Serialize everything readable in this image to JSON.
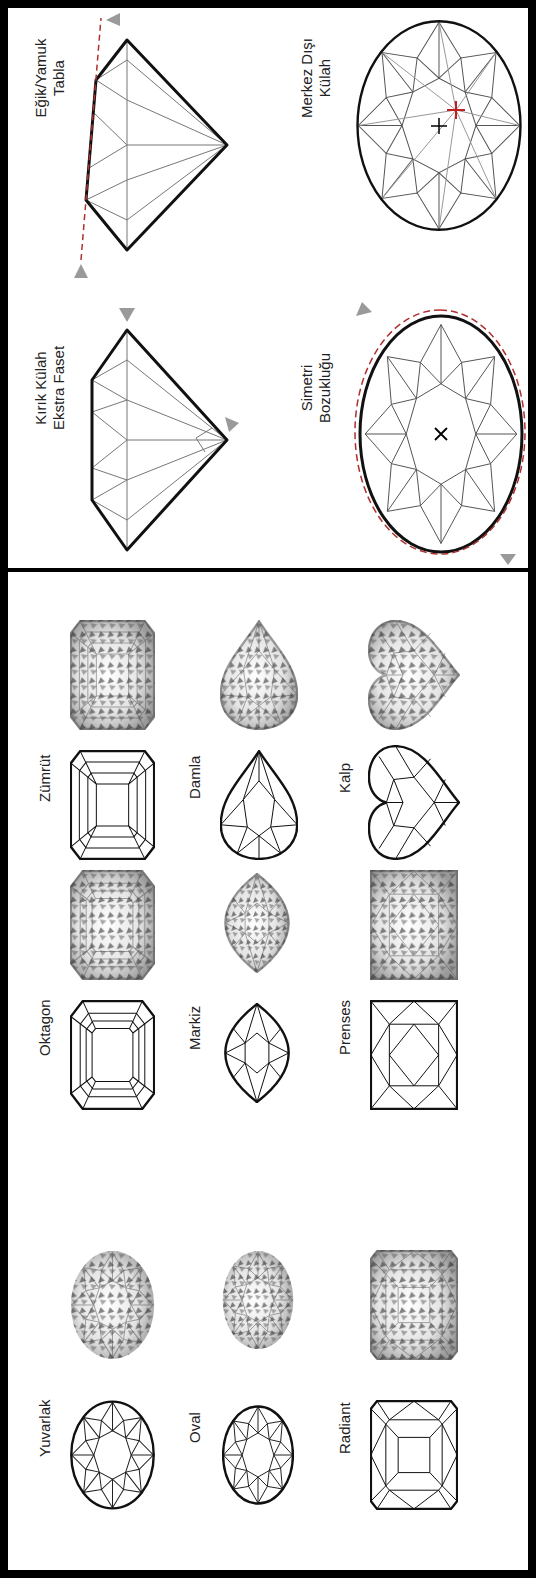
{
  "diagram": {
    "labels": [
      "Yuvarlak",
      "Oktagon",
      "Zümrüt",
      "Oval",
      "Markiz",
      "Damla",
      "Radiant",
      "Prenses",
      "Kalp",
      "Kırık Külah Ekstra Faset",
      "Eğik/Yamuk Tabla",
      "Simetri Bozukluğu",
      "Merkez Dışı Külah"
    ]
  }
}
